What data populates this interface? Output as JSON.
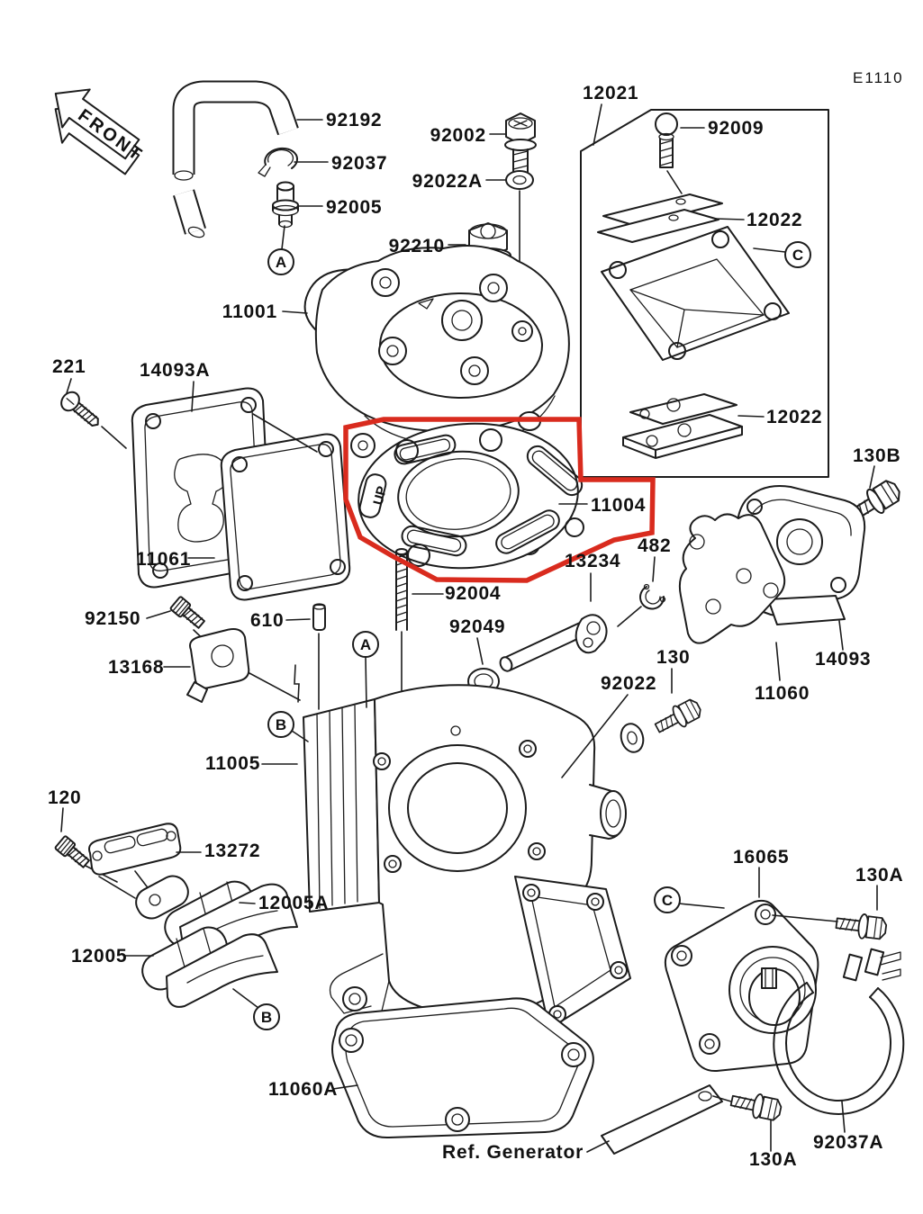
{
  "diagram": {
    "code": "E1110",
    "front_marker": "FRONT",
    "ref_generator_label": "Ref. Generator",
    "gasket_up_marking": "UP",
    "highlight_color": "#d92b1e",
    "highlighted_part": "11004"
  },
  "callouts": {
    "a": "A",
    "b": "B",
    "c": "C"
  },
  "labels": {
    "l92192": "92192",
    "l92037": "92037",
    "l92005": "92005",
    "l92002": "92002",
    "l92022a": "92022A",
    "l92210": "92210",
    "l12021": "12021",
    "l92009": "92009",
    "l12022_top": "12022",
    "l12022_bottom": "12022",
    "l11001": "11001",
    "l221": "221",
    "l14093a": "14093A",
    "l11061": "11061",
    "l11004": "11004",
    "l92004": "92004",
    "l13234": "13234",
    "l482": "482",
    "l92049": "92049",
    "l130b": "130B",
    "l14093": "14093",
    "l11060": "11060",
    "l92150": "92150",
    "l610": "610",
    "l13168": "13168",
    "l92022": "92022",
    "l130": "130",
    "l11005": "11005",
    "l120": "120",
    "l13272": "13272",
    "l12005a": "12005A",
    "l12005": "12005",
    "l11060a": "11060A",
    "l16065": "16065",
    "l130a_top": "130A",
    "l130a_bottom": "130A",
    "l92037a": "92037A"
  }
}
